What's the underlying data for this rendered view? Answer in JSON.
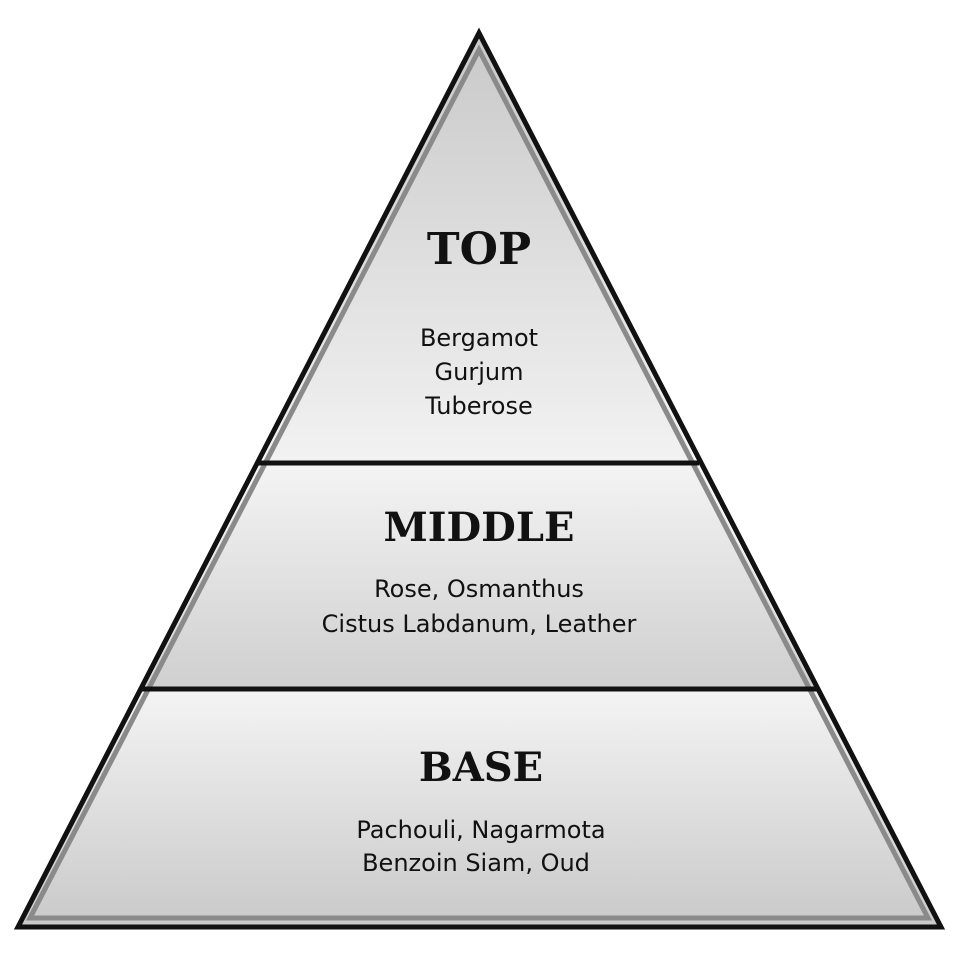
{
  "diagram": {
    "tiers": [
      {
        "title": "TOP",
        "notes": [
          "Bergamot",
          "Gurjum",
          "Tuberose"
        ]
      },
      {
        "title": "MIDDLE",
        "notes": [
          "Rose, Osmanthus",
          "Cistus Labdanum, Leather"
        ]
      },
      {
        "title": "BASE",
        "notes": [
          "Pachouli, Nagarmota",
          "Benzoin Siam, Oud"
        ]
      }
    ]
  },
  "colors": {
    "outline": "#111111",
    "fill_light": "#f4f4f4",
    "fill_dark": "#c9c9c9",
    "inner_shadow": "#8a8a8a"
  }
}
